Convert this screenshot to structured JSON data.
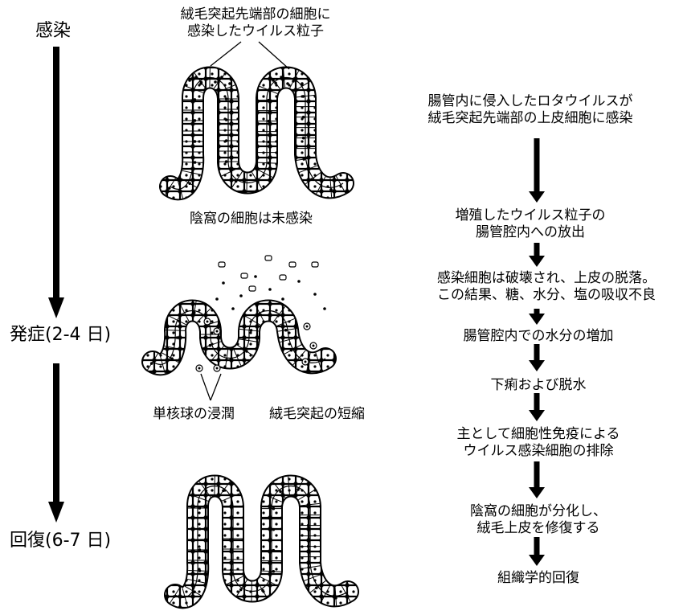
{
  "timeline": {
    "infection": "感染",
    "onset": "発症(2-4 日)",
    "recovery": "回復(6-7 日)"
  },
  "figure_labels": {
    "infected_particles_line1": "絨毛突起先端部の細胞に",
    "infected_particles_line2": "感染したウイルス粒子",
    "crypt_uninfected": "陰窩の細胞は未感染",
    "mononuclear_infiltration": "単核球の浸潤",
    "villus_shortening": "絨毛突起の短縮"
  },
  "steps": [
    {
      "line1": "腸管内に侵入したロタウイルスが",
      "line2": "絨毛突起先端部の上皮細胞に感染"
    },
    {
      "line1": "増殖したウイルス粒子の",
      "line2": "腸管腔内への放出"
    },
    {
      "line1": "感染細胞は破壊され、上皮の脱落。",
      "line2": "この結果、糖、水分、塩の吸収不良"
    },
    {
      "line1": "腸管腔内での水分の増加",
      "line2": ""
    },
    {
      "line1": "下痢および脱水",
      "line2": ""
    },
    {
      "line1": "主として細胞性免疫による",
      "line2": "ウイルス感染細胞の排除"
    },
    {
      "line1": "陰窩の細胞が分化し、",
      "line2": "絨毛上皮を修復する"
    },
    {
      "line1": "組織学的回復",
      "line2": ""
    }
  ],
  "colors": {
    "ink": "#000000",
    "background": "#ffffff"
  }
}
